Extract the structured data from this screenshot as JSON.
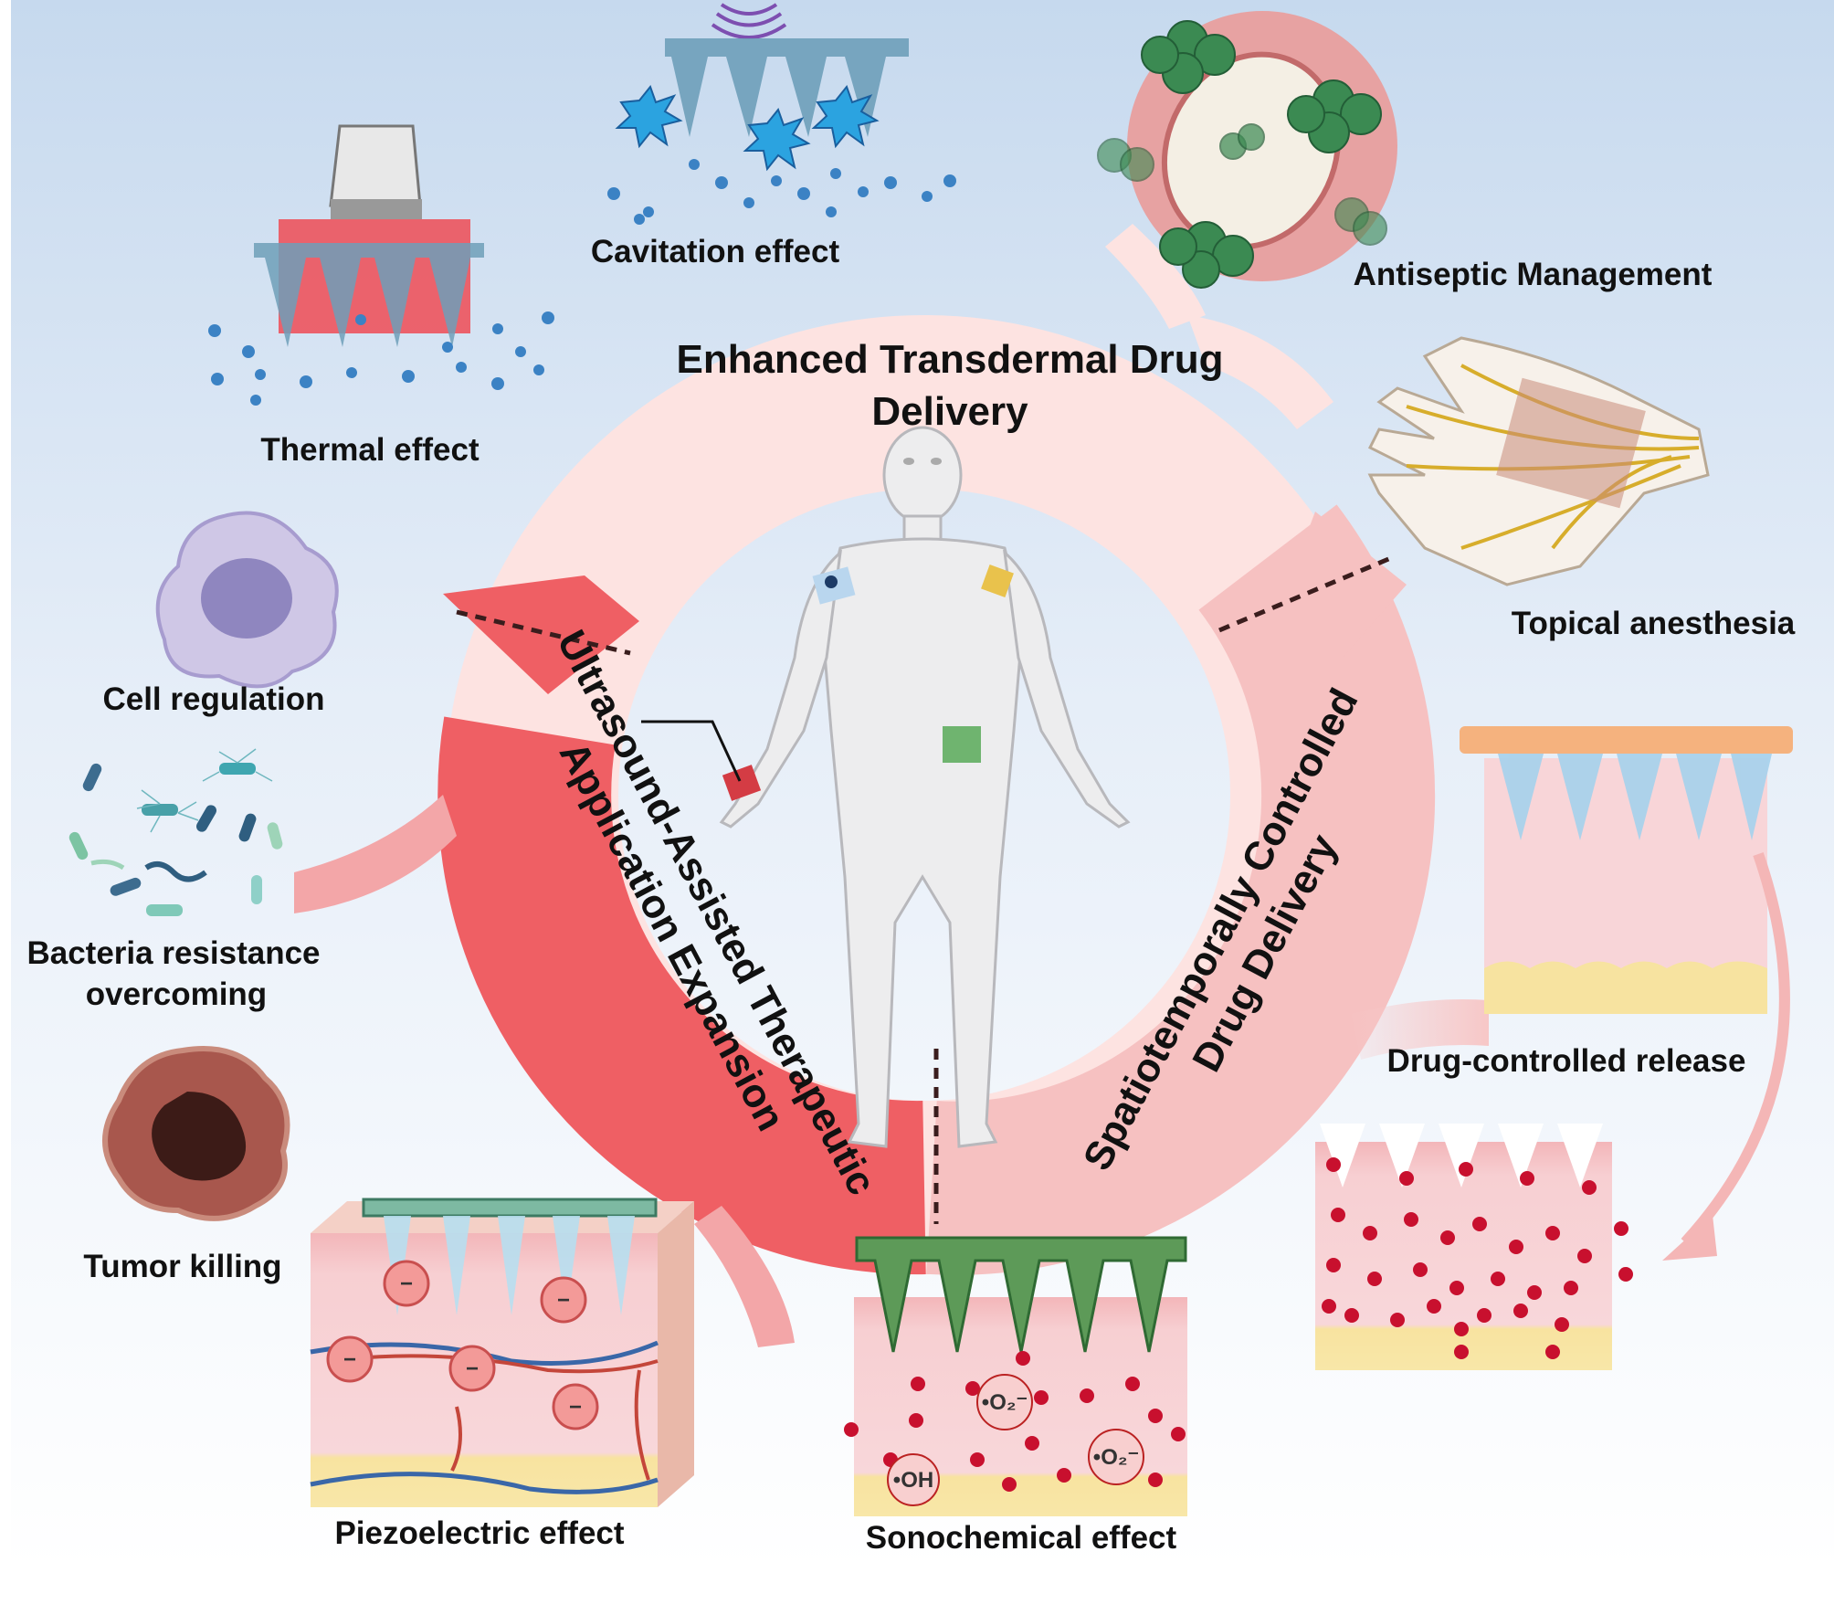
{
  "ring": {
    "top_title_line1": "Enhanced Transdermal Drug",
    "top_title_line2": "Delivery",
    "left_title_line1": "Ultrasound-Assisted Therapeutic",
    "left_title_line2": "Application Expansion",
    "right_title_line1": "Spatiotemporally Controlled",
    "right_title_line2": "Drug Delivery"
  },
  "labels": {
    "thermal": "Thermal effect",
    "cavitation": "Cavitation effect",
    "antiseptic": "Antiseptic Management",
    "anesthesia": "Topical anesthesia",
    "cell": "Cell regulation",
    "bacteria_line1": "Bacteria resistance",
    "bacteria_line2": "overcoming",
    "tumor": "Tumor killing",
    "piezo": "Piezoelectric effect",
    "sono": "Sonochemical effect",
    "release": "Drug-controlled release"
  },
  "symbols": {
    "superoxide": "•O₂⁻",
    "hydroxyl": "•OH",
    "negative": "−"
  },
  "colors": {
    "ring_top": "#fde4e2",
    "ring_left": "#ef6065",
    "ring_right": "#f6c3c3",
    "background_top": "#c9dcf0",
    "skin_pink": "#f6c9cc",
    "fat_yellow": "#f8e7a2",
    "needle_blue": "#8ab6d2",
    "bacteria_green": "#3d7a4a",
    "drug_red": "#c8102e"
  },
  "icons": [
    "ultrasound-probe-icon",
    "microneedle-patch-icon",
    "body-figure-icon",
    "hand-icon",
    "macrophage-icon",
    "bacteria-icon",
    "tumor-icon",
    "skin-block-icon"
  ]
}
